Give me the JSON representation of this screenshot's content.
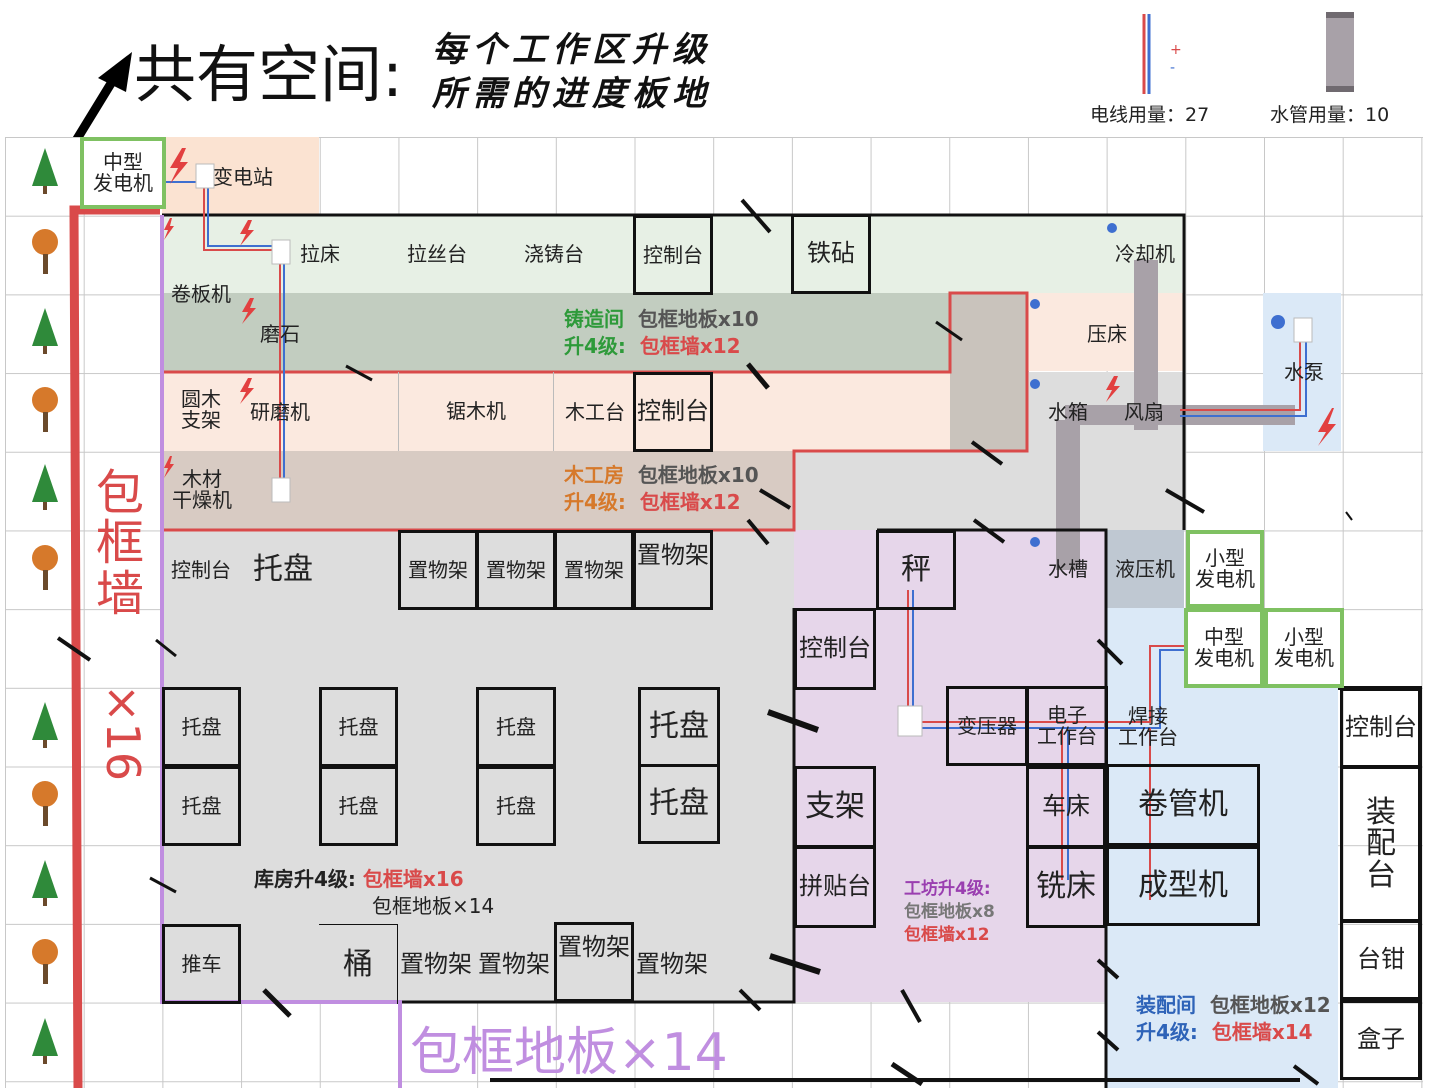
{
  "header": {
    "shared_space": "共有空间:",
    "subtitle_line1": "每个工作区升级",
    "subtitle_line2": "所需的进度板地",
    "wire_usage_label": "电线用量：",
    "wire_usage_value": "27",
    "pipe_usage_label": "水管用量：",
    "pipe_usage_value": "10"
  },
  "colors": {
    "wall_red": "#d94a4a",
    "floor_purple": "#c08ee0",
    "foundry_green": "#2e9a3a",
    "woodshop_orange": "#d6792b",
    "workshop_purple": "#9a3fb0",
    "assembly_blue": "#2e63b8",
    "generator_green": "#7fc162"
  },
  "left_wall": {
    "line1": "包",
    "line2": "框",
    "line3": "墙",
    "count": "×16"
  },
  "bottom_floor": "包框地板×14",
  "stations": {
    "medium_gen_top": "中型\n发电机",
    "substation": "变电站",
    "lathe_top": "拉床",
    "wire_drawing": "拉丝台",
    "casting": "浇铸台",
    "console_1": "控制台",
    "anvil": "铁砧",
    "cooler": "冷却机",
    "roller": "卷板机",
    "grindstone": "磨石",
    "press": "压床",
    "water_pump": "水泵",
    "log_rack": "圆木\n支架",
    "grinder": "研磨机",
    "sawmill": "锯木机",
    "carpentry": "木工台",
    "console_2": "控制台",
    "water_tank": "水箱",
    "fan": "风扇",
    "wood_dryer": "木材\n干燥机",
    "console_3": "控制台",
    "tray_big": "托盘",
    "shelf_1": "置物架",
    "shelf_2": "置物架",
    "shelf_3": "置物架",
    "shelf_4": "置物架",
    "scale": "秤",
    "sink": "水槽",
    "hydraulic": "液压机",
    "small_gen_1": "小型\n发电机",
    "console_4": "控制台",
    "medium_gen_2": "中型\n发电机",
    "small_gen_2": "小型\n发电机",
    "transformer": "变压器",
    "electronics": "电子\n工作台",
    "welding": "焊接\n工作台",
    "console_5": "控制台",
    "tray_a1": "托盘",
    "tray_a2": "托盘",
    "tray_a3": "托盘",
    "tray_a4": "托盘",
    "tray_b1": "托盘",
    "tray_b2": "托盘",
    "tray_b3": "托盘",
    "tray_b4": "托盘",
    "stand": "支架",
    "lathe": "车床",
    "pipe_bender": "卷管机",
    "assembly": "装\n配\n台",
    "patch": "拼贴台",
    "mill": "铣床",
    "former": "成型机",
    "cart": "推车",
    "bucket": "桶",
    "shelf_5": "置物架",
    "shelf_6": "置物架",
    "shelf_7": "置物架",
    "shelf_8": "置物架",
    "vise": "台钳",
    "box": "盒子"
  },
  "notes": {
    "foundry_name": "铸造间",
    "foundry_level": "升4级:",
    "foundry_floor": "包框地板x10",
    "foundry_wall": "包框墙x12",
    "wood_name": "木工房",
    "wood_level": "升4级:",
    "wood_floor": "包框地板x10",
    "wood_wall": "包框墙x12",
    "storage_level": "库房升4级:",
    "storage_wall": "包框墙x16",
    "storage_floor": "包框地板×14",
    "workshop_level": "工坊升4级:",
    "workshop_floor": "包框地板x8",
    "workshop_wall": "包框墙x12",
    "assembly_name": "装配间",
    "assembly_level": "升4级:",
    "assembly_floor": "包框地板x12",
    "assembly_wall": "包框墙x14"
  }
}
